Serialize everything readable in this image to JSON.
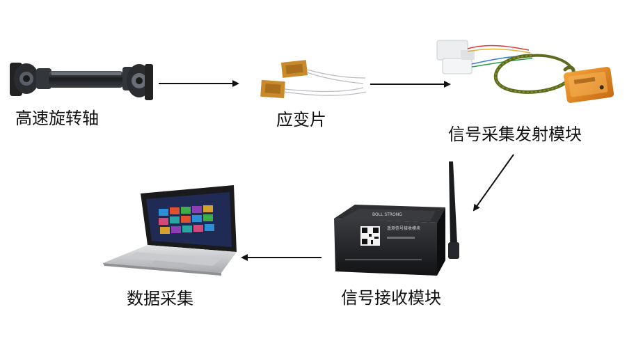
{
  "nodes": {
    "shaft": {
      "label": "高速旋转轴",
      "icon": "drive-shaft-icon"
    },
    "strain_gauge": {
      "label": "应变片",
      "icon": "strain-gauge-icon"
    },
    "transmitter": {
      "label": "信号采集发射模块",
      "icon": "transmitter-module-icon"
    },
    "receiver": {
      "label": "信号接收模块",
      "icon": "receiver-module-icon",
      "device_brand_text": "BOLL STRONG",
      "device_title_text": "遥测信号接收模块"
    },
    "data_acquisition": {
      "label": "数据采集",
      "icon": "laptop-icon"
    }
  },
  "flow": [
    {
      "from": "shaft",
      "to": "strain_gauge"
    },
    {
      "from": "strain_gauge",
      "to": "transmitter"
    },
    {
      "from": "transmitter",
      "to": "receiver"
    },
    {
      "from": "receiver",
      "to": "data_acquisition"
    }
  ],
  "colors": {
    "arrow": "#111111",
    "label": "#111111",
    "gauge_copper": "#c98a2b",
    "receiver_body": "#1b1c1e",
    "transmitter_box": "#e58a1c",
    "cable_green": "#5c6b1e",
    "laptop_screen_bg": "#1f2b55"
  }
}
